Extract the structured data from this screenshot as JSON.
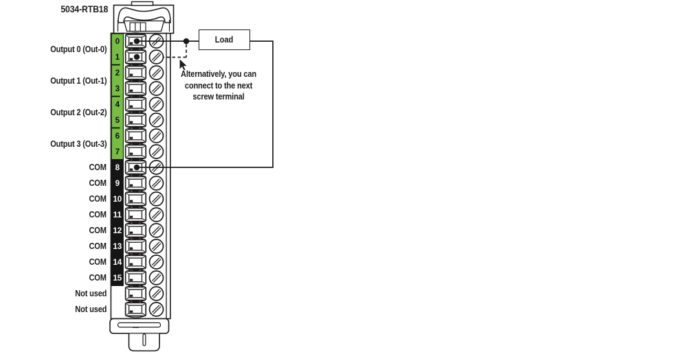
{
  "title": "5034-RTB18",
  "module": {
    "terminals": [
      {
        "num": "0",
        "zone": "output",
        "wire_dot": true
      },
      {
        "num": "1",
        "zone": "output",
        "wire_dot": true
      },
      {
        "num": "2",
        "zone": "output",
        "wire_dot": false
      },
      {
        "num": "3",
        "zone": "output",
        "wire_dot": false
      },
      {
        "num": "4",
        "zone": "output",
        "wire_dot": false
      },
      {
        "num": "5",
        "zone": "output",
        "wire_dot": false
      },
      {
        "num": "6",
        "zone": "output",
        "wire_dot": false
      },
      {
        "num": "7",
        "zone": "output",
        "wire_dot": false
      },
      {
        "num": "8",
        "zone": "com",
        "wire_dot": true
      },
      {
        "num": "9",
        "zone": "com",
        "wire_dot": false
      },
      {
        "num": "10",
        "zone": "com",
        "wire_dot": false
      },
      {
        "num": "11",
        "zone": "com",
        "wire_dot": false
      },
      {
        "num": "12",
        "zone": "com",
        "wire_dot": false
      },
      {
        "num": "13",
        "zone": "com",
        "wire_dot": false
      },
      {
        "num": "14",
        "zone": "com",
        "wire_dot": false
      },
      {
        "num": "15",
        "zone": "com",
        "wire_dot": false
      },
      {
        "num": "",
        "zone": "unused",
        "wire_dot": false
      },
      {
        "num": "",
        "zone": "unused",
        "wire_dot": false
      }
    ],
    "labels": [
      {
        "text": "Output 0 (Out-0)",
        "rows": [
          0,
          1
        ]
      },
      {
        "text": "Output 1 (Out-1)",
        "rows": [
          2,
          3
        ]
      },
      {
        "text": "Output 2 (Out-2)",
        "rows": [
          4,
          5
        ]
      },
      {
        "text": "Output 3 (Out-3)",
        "rows": [
          6,
          7
        ]
      },
      {
        "text": "COM",
        "rows": [
          8
        ]
      },
      {
        "text": "COM",
        "rows": [
          9
        ]
      },
      {
        "text": "COM",
        "rows": [
          10
        ]
      },
      {
        "text": "COM",
        "rows": [
          11
        ]
      },
      {
        "text": "COM",
        "rows": [
          12
        ]
      },
      {
        "text": "COM",
        "rows": [
          13
        ]
      },
      {
        "text": "COM",
        "rows": [
          14
        ]
      },
      {
        "text": "COM",
        "rows": [
          15
        ]
      },
      {
        "text": "Not used",
        "rows": [
          16
        ]
      },
      {
        "text": "Not used",
        "rows": [
          17
        ]
      }
    ],
    "group_ticks_after_rows": [
      1,
      3,
      5
    ]
  },
  "wiring": {
    "load_label": "Load",
    "annotation_lines": [
      "Alternatively, you can",
      "connect to the next",
      "screw terminal"
    ],
    "source_terminal": "0",
    "alternate_terminal": "1",
    "return_terminal": "8"
  },
  "colors": {
    "output_strip_green": "#76BD43",
    "com_strip_black": "#151515",
    "ink": "#1C1A1A"
  }
}
